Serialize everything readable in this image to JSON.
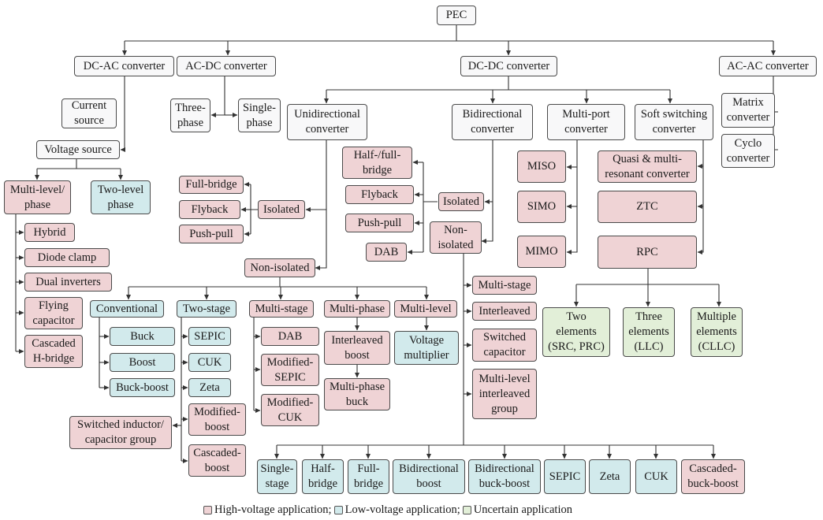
{
  "title": "PEC",
  "colors": {
    "high_voltage": "#efd3d5",
    "low_voltage": "#d2eaec",
    "uncertain": "#e2efd8",
    "neutral": "#f8f8f9",
    "line": "#333333"
  },
  "nodes": {
    "pec": "PEC",
    "dcac": "DC-AC converter",
    "acdc": "AC-DC converter",
    "dcdc": "DC-DC converter",
    "acac": "AC-AC converter",
    "current_source": "Current\nsource",
    "voltage_source": "Voltage source",
    "multilevel_phase": "Multi-level/\nphase",
    "two_level_phase": "Two-level\nphase",
    "hybrid": "Hybrid",
    "diode_clamp": "Diode clamp",
    "dual_inverters": "Dual inverters",
    "flying_capacitor": "Flying\ncapacitor",
    "cascaded_hbridge": "Cascaded\nH-bridge",
    "three_phase": "Three-\nphase",
    "single_phase": "Single-\nphase",
    "unidirectional": "Unidirectional\nconverter",
    "bidirectional": "Bidirectional\nconverter",
    "multiport": "Multi-port\nconverter",
    "soft_switching": "Soft switching\nconverter",
    "matrix": "Matrix\nconverter",
    "cyclo": "Cyclo\nconverter",
    "uni_fullbridge": "Full-bridge",
    "uni_flyback": "Flyback",
    "uni_pushpull": "Push-pull",
    "uni_isolated": "Isolated",
    "uni_nonisolated": "Non-isolated",
    "bi_halffull": "Half-/full-\nbridge",
    "bi_flyback": "Flyback",
    "bi_pushpull": "Push-pull",
    "bi_dab": "DAB",
    "bi_isolated": "Isolated",
    "bi_nonisolated": "Non-\nisolated",
    "miso": "MISO",
    "simo": "SIMO",
    "mimo": "MIMO",
    "quasi": "Quasi & multi-\nresonant converter",
    "ztc": "ZTC",
    "rpc": "RPC",
    "two_elements": "Two\nelements\n(SRC, PRC)",
    "three_elements": "Three\nelements\n(LLC)",
    "multiple_elements": "Multiple\nelements\n(CLLC)",
    "conventional": "Conventional",
    "two_stage": "Two-stage",
    "multi_stage": "Multi-stage",
    "multi_phase": "Multi-phase",
    "multi_level": "Multi-level",
    "buck": "Buck",
    "boost": "Boost",
    "buck_boost": "Buck-boost",
    "sepic": "SEPIC",
    "cuk": "CUK",
    "zeta": "Zeta",
    "modified_boost": "Modified-\nboost",
    "cascaded_boost": "Cascaded-\nboost",
    "ms_dab": "DAB",
    "modified_sepic": "Modified-\nSEPIC",
    "modified_cuk": "Modified-\nCUK",
    "interleaved_boost": "Interleaved\nboost",
    "multiphase_buck": "Multi-phase\nbuck",
    "voltage_multiplier": "Voltage\nmultiplier",
    "switched_group": "Switched inductor/\ncapacitor group",
    "bi_multi_stage": "Multi-stage",
    "bi_interleaved": "Interleaved",
    "bi_switched_capacitor": "Switched\ncapacitor",
    "bi_multilevel_interleaved": "Multi-level\ninterleaved\ngroup",
    "b_single_stage": "Single-\nstage",
    "b_half_bridge": "Half-\nbridge",
    "b_full_bridge": "Full-\nbridge",
    "b_bidirectional_boost": "Bidirectional\nboost",
    "b_bidirectional_buck_boost": "Bidirectional\nbuck-boost",
    "b_sepic": "SEPIC",
    "b_zeta": "Zeta",
    "b_cuk": "CUK",
    "b_cascaded_buck_boost": "Cascaded-\nbuck-boost"
  },
  "legend": {
    "high": "High-voltage application;",
    "low": "Low-voltage application;",
    "uncertain": "Uncertain application"
  }
}
